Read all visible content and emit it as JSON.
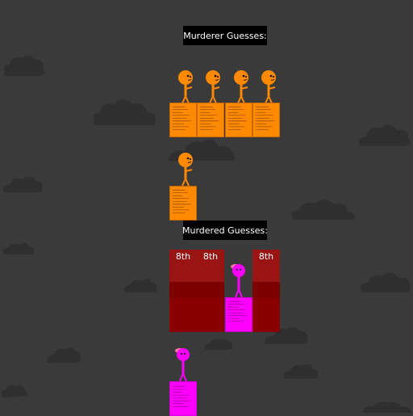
{
  "murderer_section": {
    "title": "Murderer Guesses:"
  },
  "murdered_section": {
    "title": "Murdered Guesses:"
  },
  "eliminated": [
    {
      "rank": "8th"
    },
    {
      "rank": "8th"
    },
    {
      "rank": "8th"
    }
  ],
  "colors": {
    "background": "#3a3a3a",
    "murderer": "#ff8a00",
    "victim": "#ff00ff",
    "eliminated": "#9a1414"
  }
}
